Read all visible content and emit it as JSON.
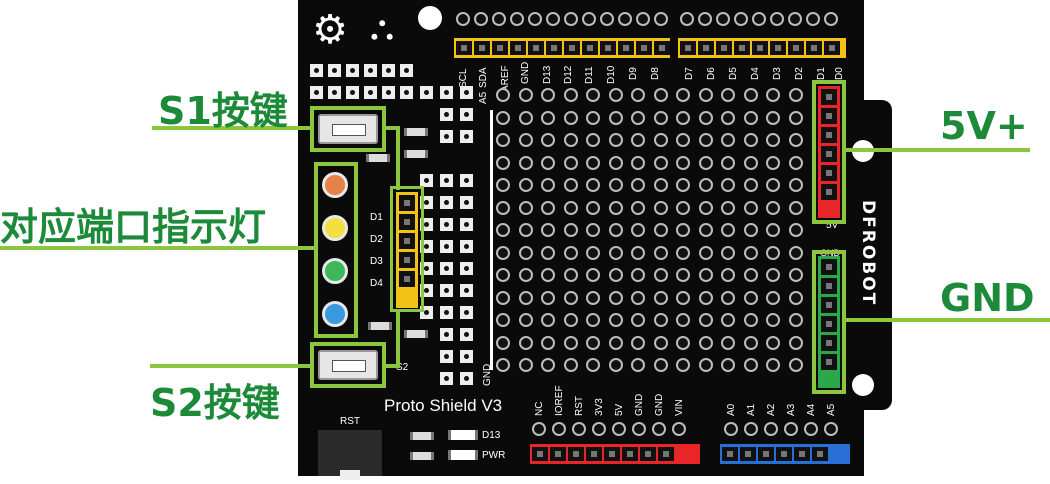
{
  "board": {
    "name": "Proto Shield V3",
    "brand": "DFROBOT",
    "rst_label": "RST",
    "d13_label": "D13",
    "pwr_label": "PWR",
    "d_labels": [
      "D1",
      "D2",
      "D3",
      "D4"
    ],
    "s2_silk": "S2",
    "gnd_vertical": "GND",
    "vcc_5v_silk": "5V",
    "gnd_silk": "GND",
    "top_pins_left": [
      "SCL",
      "SDA",
      "AREF",
      "GND",
      "D13",
      "D12",
      "D11",
      "D10",
      "D9",
      "D8"
    ],
    "top_pins_left_sub": [
      "",
      "A5",
      "",
      "",
      "",
      "",
      "",
      "",
      "",
      ""
    ],
    "top_pins_right": [
      "D7",
      "D6",
      "D5",
      "D4",
      "D3",
      "D2",
      "D1",
      "D0"
    ],
    "power_pins": [
      "NC",
      "IOREF",
      "RST",
      "3V3",
      "5V",
      "GND",
      "GND",
      "VIN"
    ],
    "analog_pins": [
      "A0",
      "A1",
      "A2",
      "A3",
      "A4",
      "A5"
    ]
  },
  "callouts": {
    "s1": "S1按键",
    "leds": "对应端口指示灯",
    "s2": "S2按键",
    "vcc": "5V+",
    "gnd": "GND"
  },
  "colors": {
    "callout_green": "#1d8a3a",
    "box_green": "#8cc63f",
    "header_yellow": "#f2c218",
    "header_red": "#e8262a",
    "header_green": "#2aa84a",
    "header_blue": "#2a6fd6",
    "led_orange": "#e8804a",
    "led_yellow": "#f0e040",
    "led_green": "#3cb85a",
    "led_blue": "#3a9ae0"
  }
}
